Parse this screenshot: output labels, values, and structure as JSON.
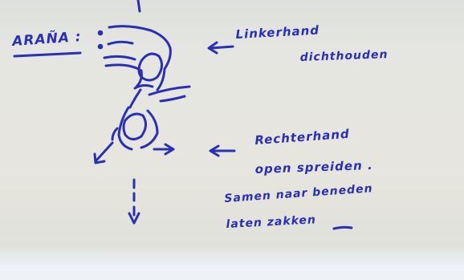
{
  "image": {
    "subject": "whiteboard-sketch-of-hand-gesture",
    "colors": {
      "board": "#e3e3dc",
      "ink": "#2a2fb3",
      "shadow_band": "#eef2f6"
    },
    "notes": {
      "title": "ARAÑA :",
      "note_1_line_1": "Linkerhand",
      "note_1_line_2": "dichthouden",
      "note_2_line_1": "Rechterhand",
      "note_2_line_2": "open spreiden .",
      "note_3_line_1": "Samen naar beneden",
      "note_3_line_2": "laten zakken"
    }
  }
}
